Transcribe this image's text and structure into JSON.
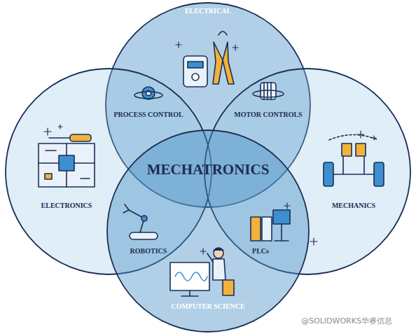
{
  "diagram": {
    "nodes": [
      {
        "text": [
          "ELECTRICAL"
        ]
      },
      {
        "text": [
          "ELECTRONICS"
        ]
      },
      {
        "text": [
          "MECHANICS"
        ]
      },
      {
        "text": [
          "COMPUTER SCIENCE"
        ]
      }
    ],
    "labels": [
      "MECHATRONICS",
      "PROCESS CONTROL",
      "MOTOR CONTROLS",
      "ROBOTICS",
      "PLCs",
      "@SOLIDWORKS华睿信息"
    ]
  }
}
